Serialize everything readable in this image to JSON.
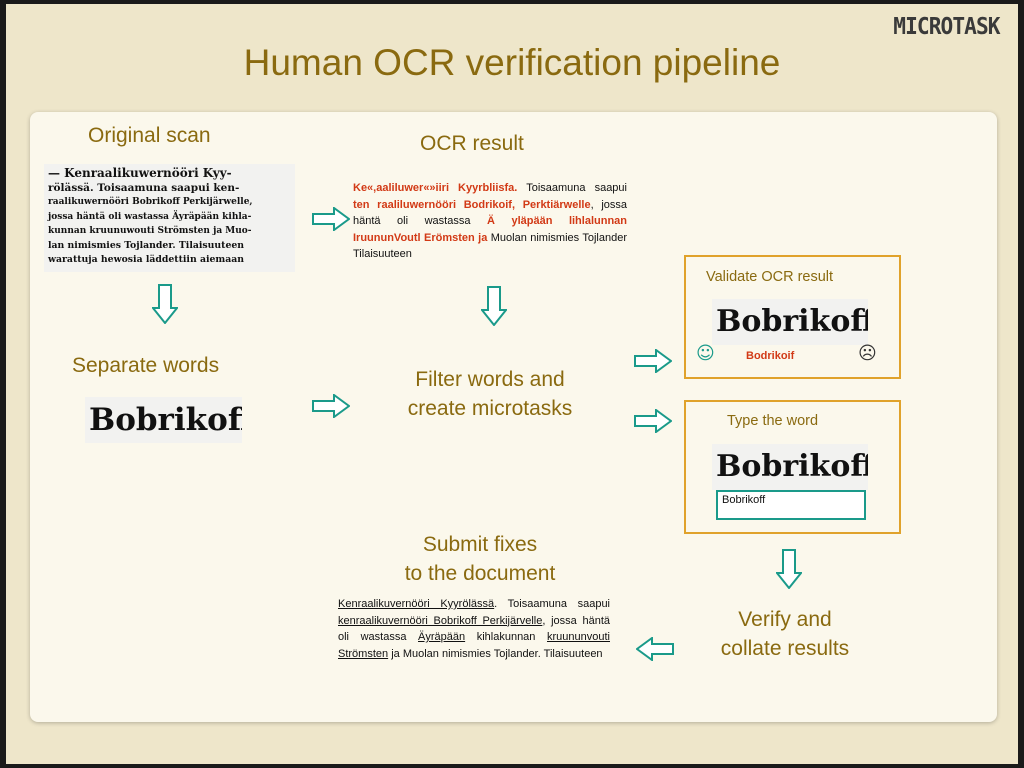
{
  "logo": "MICROTASK",
  "title": "Human OCR verification pipeline",
  "steps": {
    "original_scan": "Original scan",
    "ocr_result": "OCR result",
    "separate_words": "Separate words",
    "filter_line1": "Filter words and",
    "filter_line2": "create microtasks",
    "validate": "Validate OCR result",
    "type_word": "Type the word",
    "verify_line1": "Verify and",
    "verify_line2": "collate results",
    "submit_line1": "Submit fixes",
    "submit_line2": "to the document"
  },
  "scan_text": [
    "— Kenraalikuwernööri Kyy-",
    "rölässä. Toisaamuna saapui ken-",
    "raalikuwernööri Bobrikoff Perkijärwelle,",
    "jossa häntä oli wastassa Äyräpään kihla-",
    "kunnan kruunuwouti Strömsten ja Muo-",
    "lan nimismies Tojlander. Tilaisuuteen",
    "warattuja hewosia läddettiin aiemaan"
  ],
  "ocr_text": {
    "p1": "Ke«,aaliluwer«»iiri Kyyrbliisfa.",
    "p2": " Toisaamuna saapui ",
    "p3": "ten raaliluwernööri Bodrikoif, Perktiärwelle",
    "p4": ", jossa häntä oli wastassa ",
    "p5": "Ä yläpään lihlalunnan IruununVoutl Erömsten ja",
    "p6": " Muolan nimismies Tojlander Tilaisuuteen"
  },
  "word_image": "Bobrikoff",
  "validate_box": {
    "ocr_word": "Bodrikoif",
    "happy_icon": "☺",
    "sad_icon": "☹"
  },
  "type_box": {
    "input_value": "Bobrikoff"
  },
  "fixed_text": {
    "f1": "Kenraalikuvernööri Kyyrölässä",
    "f2": ". Toisaamuna saapui ",
    "f3": "kenraalikuvernööri Bobrikoff Perkijärvelle",
    "f4": ", jossa häntä oli wastassa ",
    "f5": "Äyräpään",
    "f6": " kihlakunnan ",
    "f7": "kruununvouti Strömsten",
    "f8": " ja Muolan nimismies Tojlander. Tilaisuuteen"
  },
  "colors": {
    "title": "#8a6a10",
    "arrow": "#1a9a8a",
    "box_border": "#e0a22b",
    "ocr_error": "#d23a16"
  }
}
